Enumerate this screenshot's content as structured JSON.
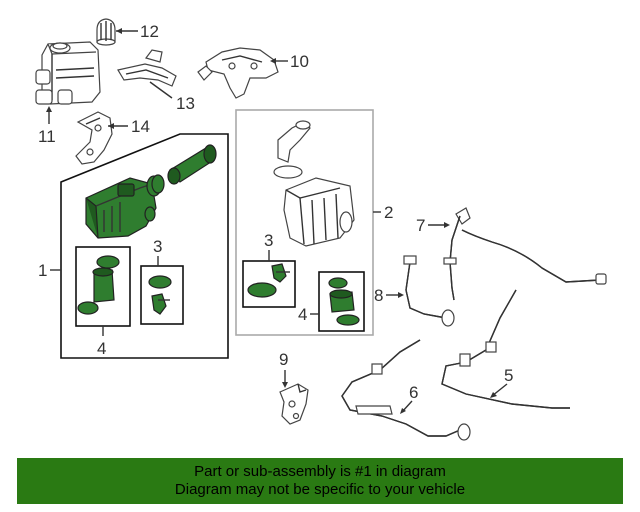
{
  "callouts": {
    "c1": "1",
    "c2": "2",
    "c3a": "3",
    "c3b": "3",
    "c4a": "4",
    "c4b": "4",
    "c5": "5",
    "c6": "6",
    "c7": "7",
    "c8": "8",
    "c9": "9",
    "c10": "10",
    "c11": "11",
    "c12": "12",
    "c13": "13",
    "c14": "14"
  },
  "banner": {
    "line1": "Part or sub-assembly is #1 in diagram",
    "line2": "Diagram may not be specific to your vehicle"
  },
  "colors": {
    "highlight": "#2f7d2f",
    "banner": "#2a7a13",
    "secondary_box": "#aaaaaa"
  }
}
